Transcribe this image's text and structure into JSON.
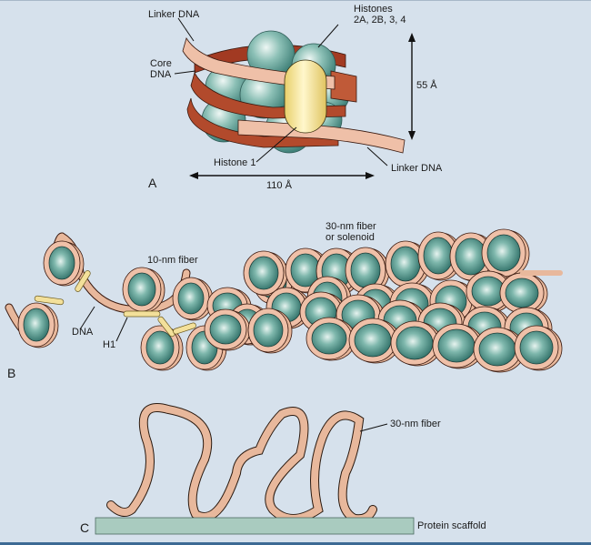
{
  "panels": {
    "a": {
      "letter": "A",
      "labels": {
        "linker_dna_top": "Linker DNA",
        "core_dna_line1": "Core",
        "core_dna_line2": "DNA",
        "histones_line1": "Histones",
        "histones_line2": "2A, 2B, 3, 4",
        "height_dim": "55 Å",
        "histone1": "Histone 1",
        "linker_dna_bottom": "Linker DNA",
        "width_dim": "110 Å"
      }
    },
    "b": {
      "letter": "B",
      "labels": {
        "ten_nm": "10-nm fiber",
        "thirty_nm_line1": "30-nm fiber",
        "thirty_nm_line2": "or solenoid",
        "dna": "DNA",
        "h1": "H1"
      }
    },
    "c": {
      "letter": "C",
      "labels": {
        "thirty_nm": "30-nm fiber",
        "scaffold": "Protein scaffold"
      }
    }
  },
  "colors": {
    "background": "#d6e1ec",
    "dna_light": "#e8b89c",
    "dna_dark": "#b2442a",
    "histone": "#6aa89e",
    "histone1": "#f2e08a",
    "scaffold": "#a9cbbf",
    "border": "#3d6a94"
  }
}
